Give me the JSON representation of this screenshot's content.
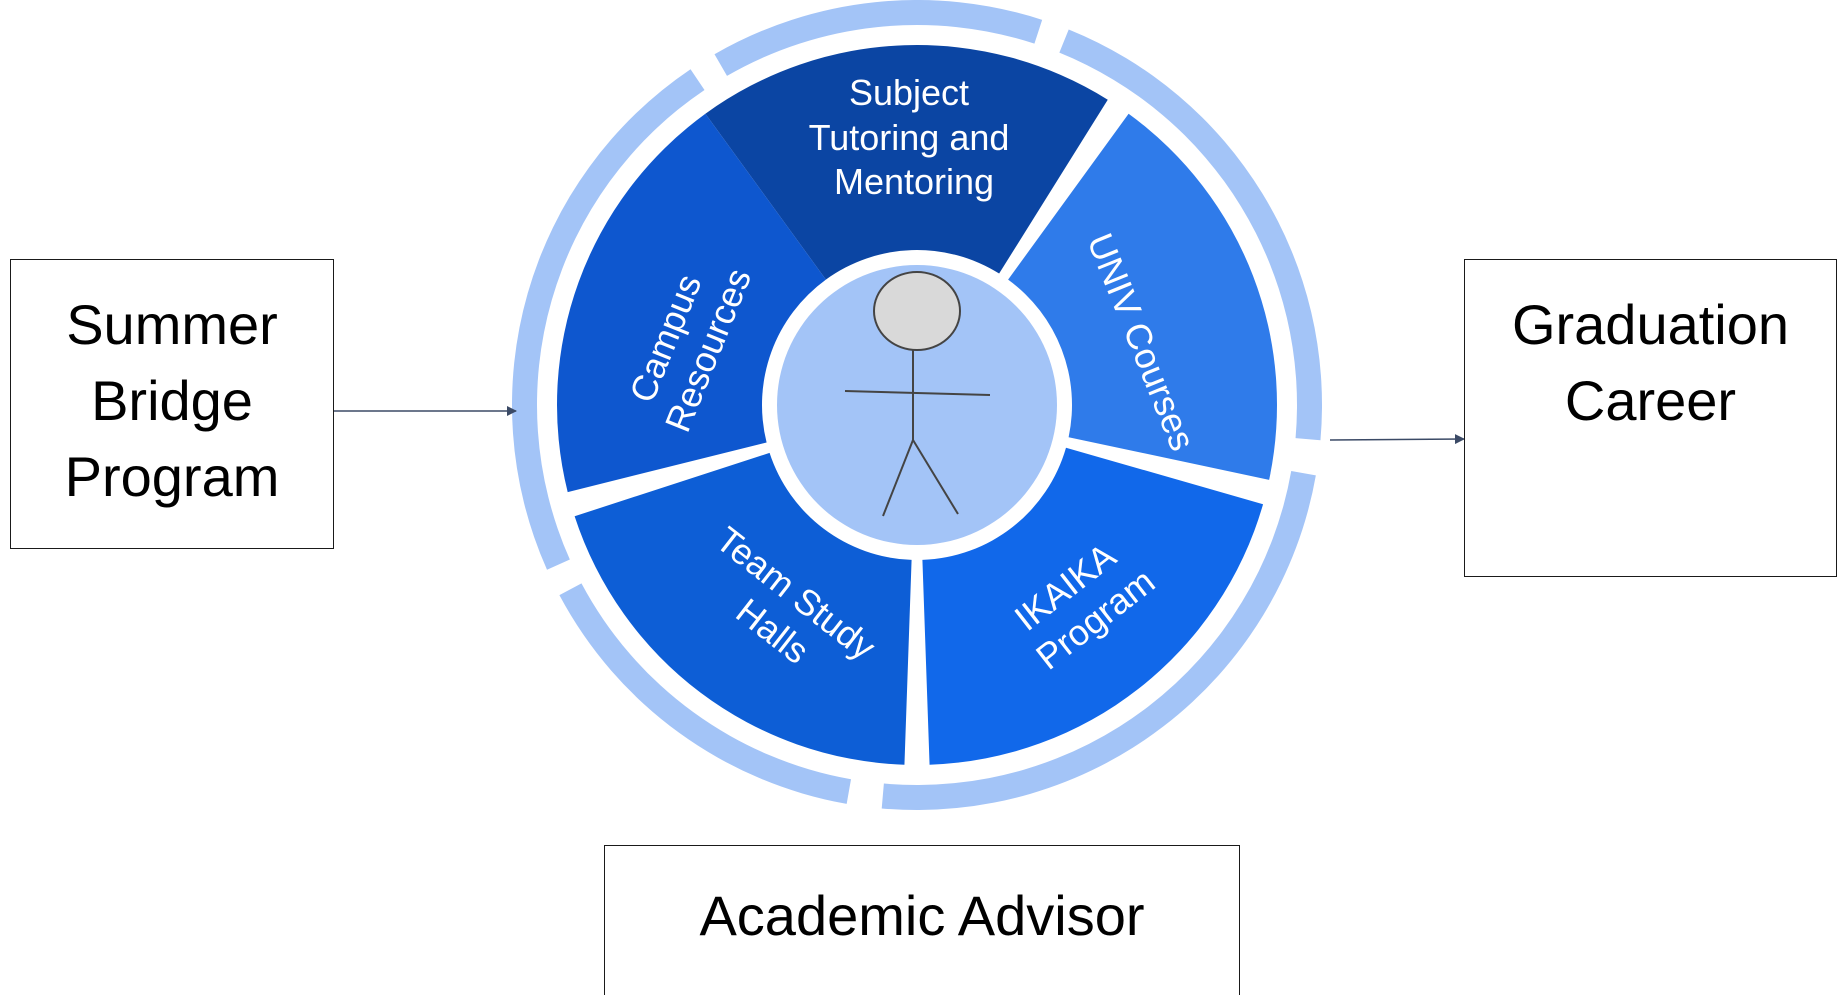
{
  "boxes": {
    "left": {
      "lines": [
        "Summer",
        "Bridge",
        "Program"
      ]
    },
    "right": {
      "lines": [
        "Graduation",
        "Career"
      ]
    },
    "bottom": {
      "lines": [
        "Academic Advisor"
      ]
    }
  },
  "wheel": {
    "segments": [
      {
        "name": "Subject Tutoring and Mentoring",
        "lines": [
          "Subject",
          "Tutoring and",
          "Mentoring"
        ],
        "color": "#0b45a3"
      },
      {
        "name": "UNIV Courses",
        "lines": [
          "UNIV Courses"
        ],
        "color": "#2f7bea"
      },
      {
        "name": "IKAIKA Program",
        "lines": [
          "IKAIKA",
          "Program"
        ],
        "color": "#1168ea"
      },
      {
        "name": "Team Study Halls",
        "lines": [
          "Team Study",
          "Halls"
        ],
        "color": "#0d5ed6"
      },
      {
        "name": "Campus Resources",
        "lines": [
          "Campus",
          "Resources"
        ],
        "color": "#0e57cf"
      }
    ],
    "outer_ring_color": "#a3c4f7",
    "center_color": "#a3c4f7"
  },
  "colors": {
    "arrow": "#3b4a66",
    "figure_stroke": "#444444",
    "figure_head": "#d9d9d9"
  }
}
